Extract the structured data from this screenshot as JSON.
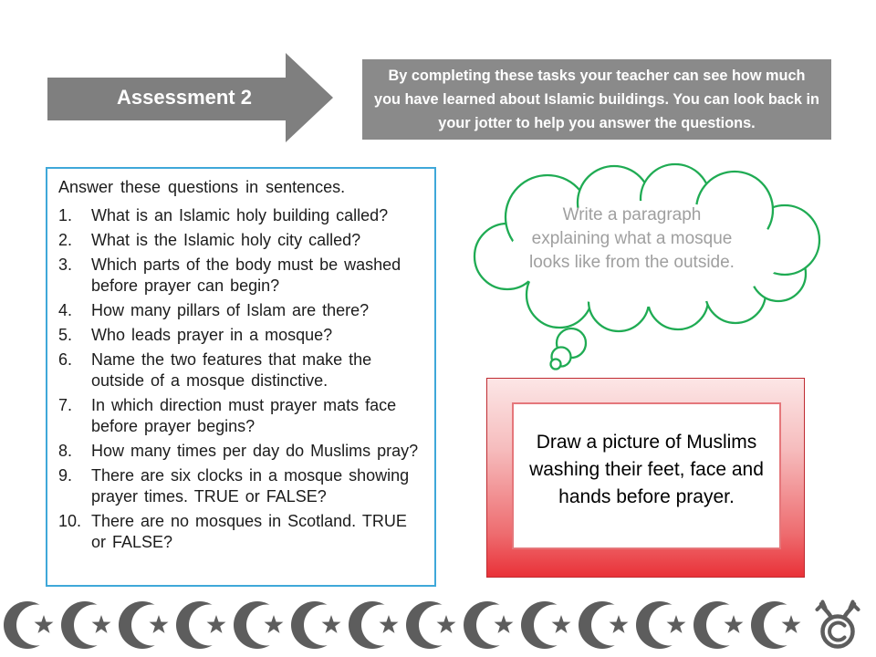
{
  "header": {
    "arrow_label": "Assessment 2",
    "instruction": "By completing these tasks your teacher can see how much you have learned about Islamic buildings. You can look back in your jotter to help you answer the questions."
  },
  "questions": {
    "intro": "Answer these questions in sentences.",
    "items": [
      {
        "num": "1.",
        "text": "What is an Islamic holy building called?"
      },
      {
        "num": "2.",
        "text": "What is the Islamic holy city called?"
      },
      {
        "num": "3.",
        "text": "Which parts of the body must be washed before prayer can begin?"
      },
      {
        "num": "4.",
        "text": "How many pillars of Islam are there?"
      },
      {
        "num": "5.",
        "text": "Who leads prayer in a mosque?"
      },
      {
        "num": "6.",
        "text": "Name the two features that make the outside of a mosque distinctive."
      },
      {
        "num": "7.",
        "text": "In which direction must prayer mats face before prayer begins?"
      },
      {
        "num": "8.",
        "text": "How many times per day do Muslims pray?"
      },
      {
        "num": "9.",
        "text": "There are six clocks in a mosque showing prayer times. TRUE or FALSE?"
      },
      {
        "num": "10.",
        "text": "There are no mosques in Scotland. TRUE or FALSE?"
      }
    ]
  },
  "cloud_task": {
    "text": "Write a paragraph explaining what a mosque looks like from the outside."
  },
  "draw_task": {
    "text": "Draw a picture of Muslims washing their feet, face and hands before prayer."
  },
  "bottom_border": {
    "crescent_count": 14,
    "crescent_icon": "crescent-and-star",
    "logo_icon": "antler-copyright"
  },
  "colors": {
    "arrow_gray": "#7f7f7f",
    "instruction_box_gray": "#8a8a8a",
    "question_border_blue": "#3fa8d9",
    "cloud_green": "#1fab53",
    "cloud_text_gray": "#9f9f9f",
    "red_box_top": "#fce6e6",
    "red_box_bottom": "#e93138",
    "red_box_border": "#bf2b31",
    "inner_box_border": "#e5777b",
    "crescent_gray": "#5d5d5d",
    "question_text": "#1c1c1c"
  }
}
